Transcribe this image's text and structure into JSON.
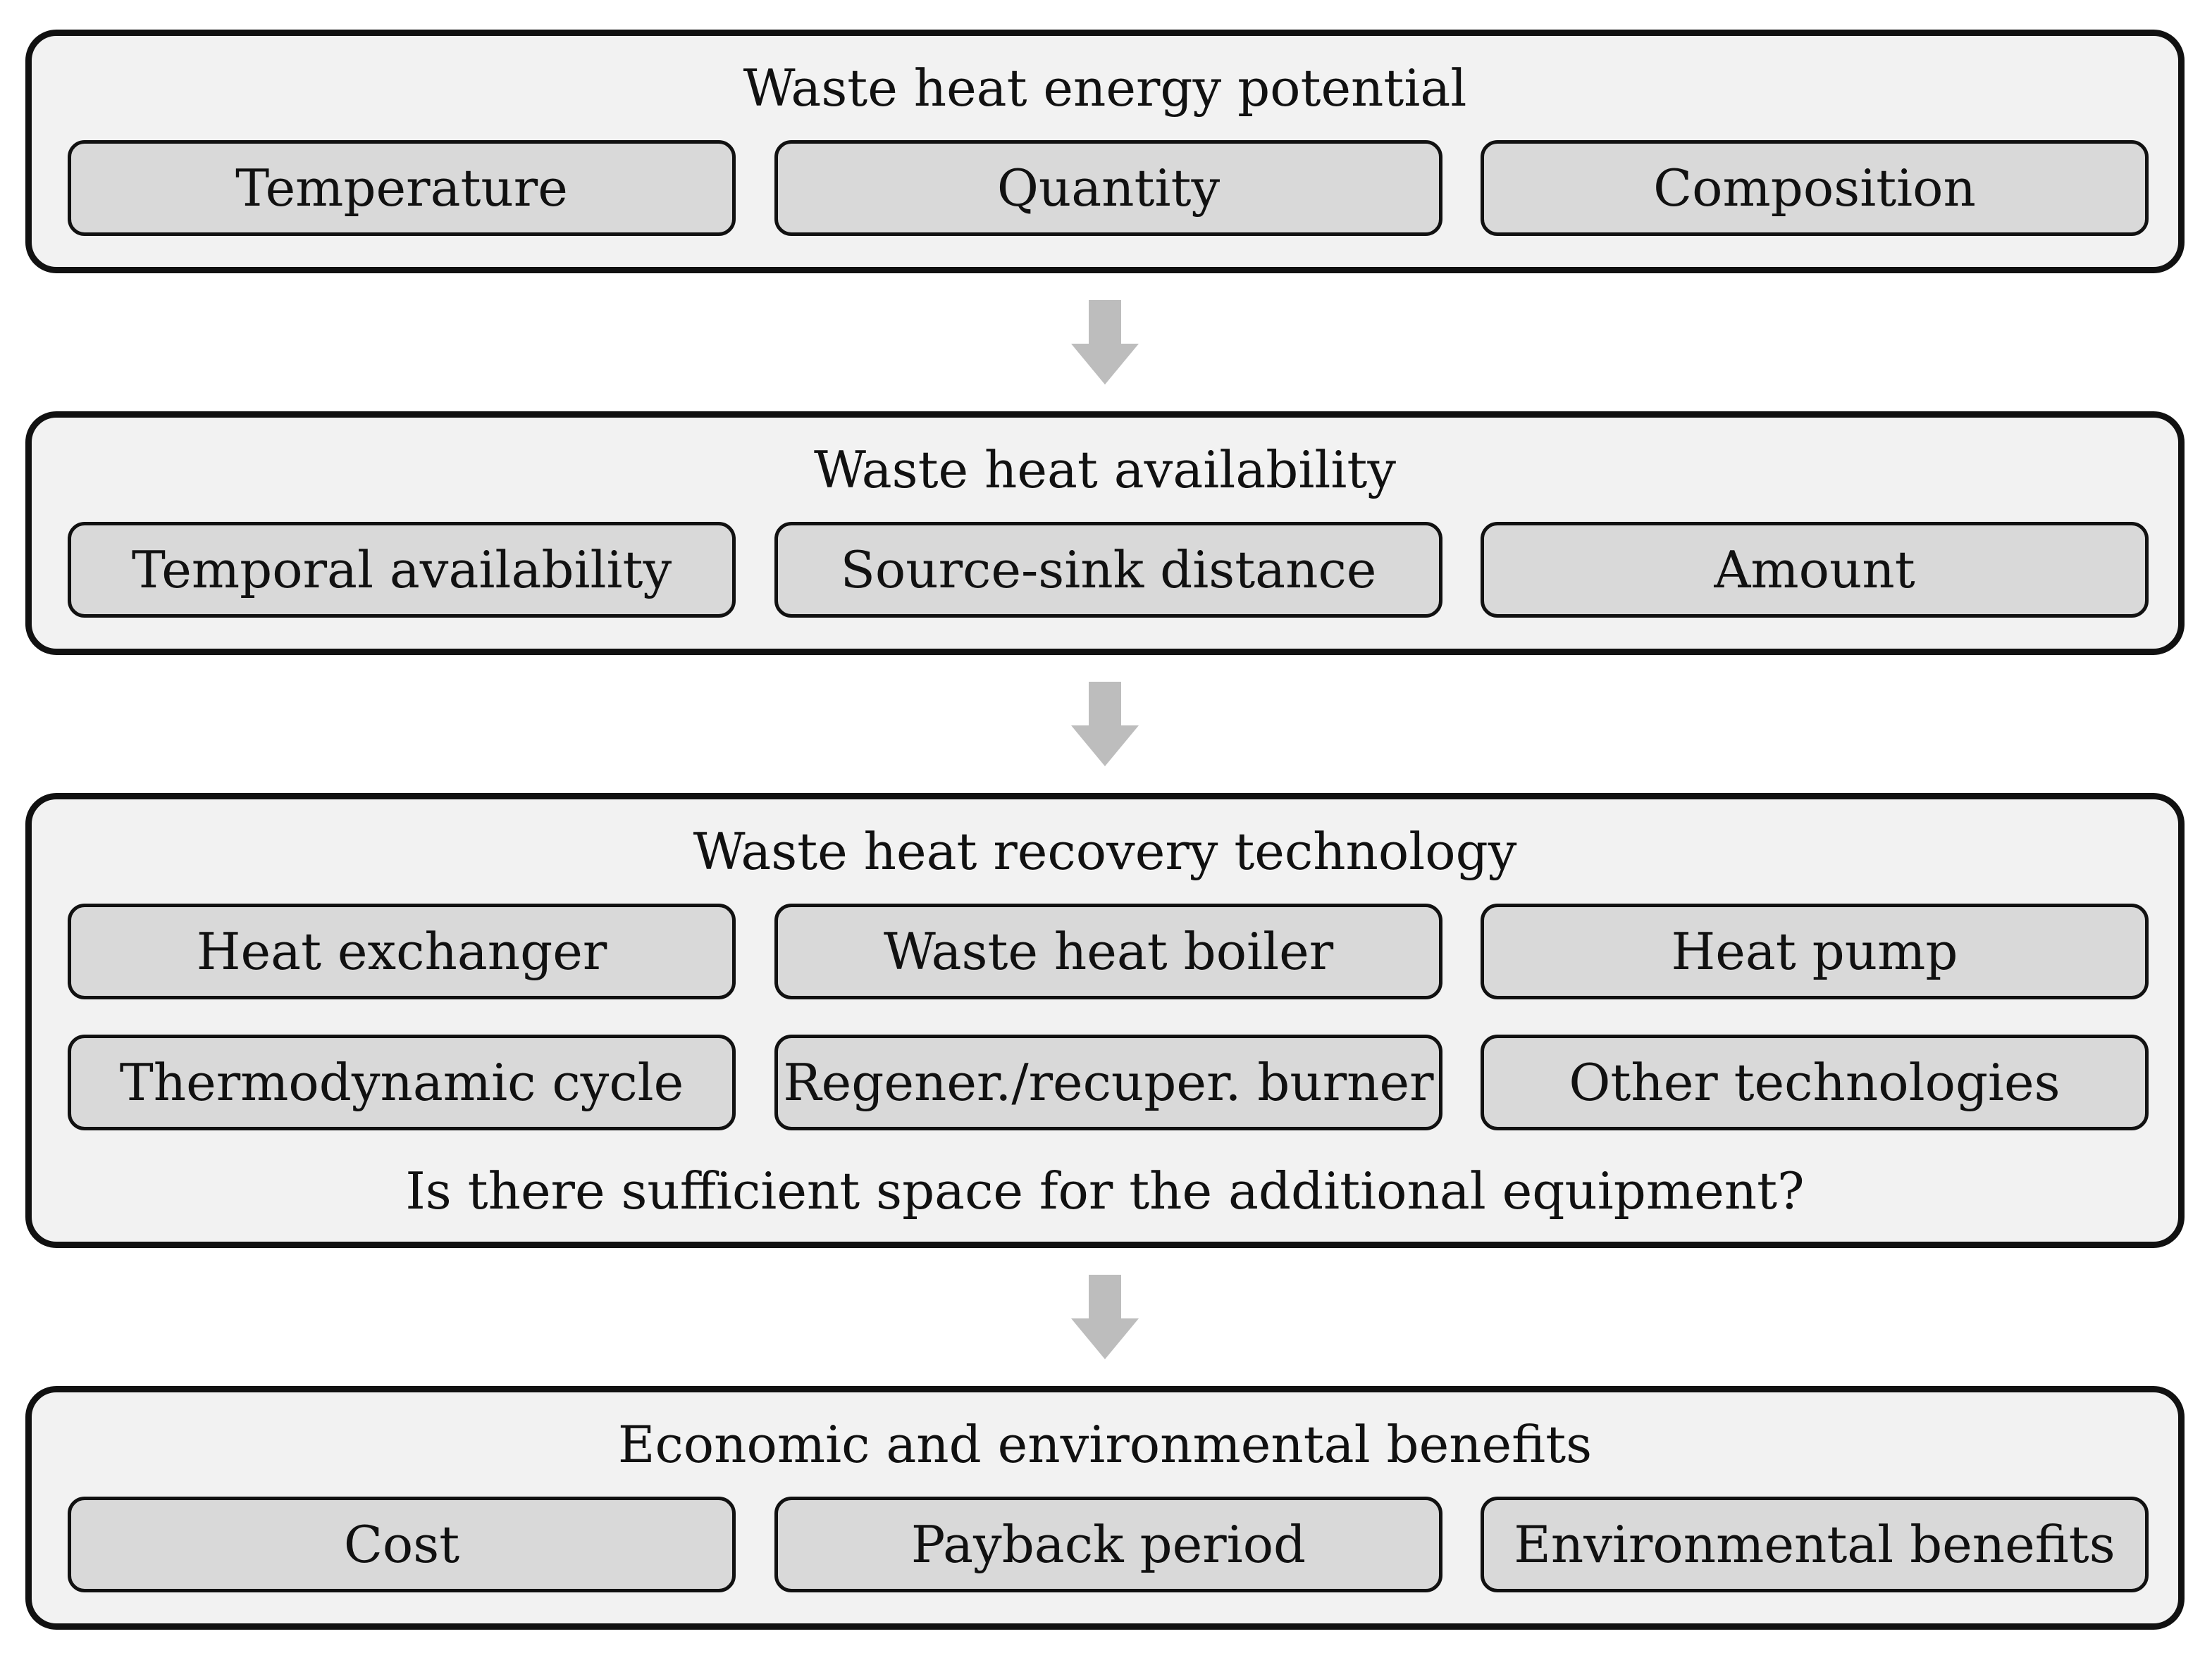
{
  "colors": {
    "stage_fill": "#f2f2f2",
    "stage_border": "#111111",
    "item_fill": "#d9d9d9",
    "arrow": "#bdbdbd"
  },
  "stages": [
    {
      "title": "Waste heat energy potential",
      "items": [
        "Temperature",
        "Quantity",
        "Composition"
      ]
    },
    {
      "title": "Waste heat availability",
      "items": [
        "Temporal availability",
        "Source-sink distance",
        "Amount"
      ]
    },
    {
      "title": "Waste heat recovery technology",
      "items": [
        "Heat exchanger",
        "Waste heat boiler",
        "Heat pump",
        "Thermodynamic cycle",
        "Regener./recuper. burner",
        "Other technologies"
      ],
      "question": "Is there sufficient space for the additional equipment?"
    },
    {
      "title": "Economic and environmental benefits",
      "items": [
        "Cost",
        "Payback period",
        "Environmental benefits"
      ]
    }
  ]
}
